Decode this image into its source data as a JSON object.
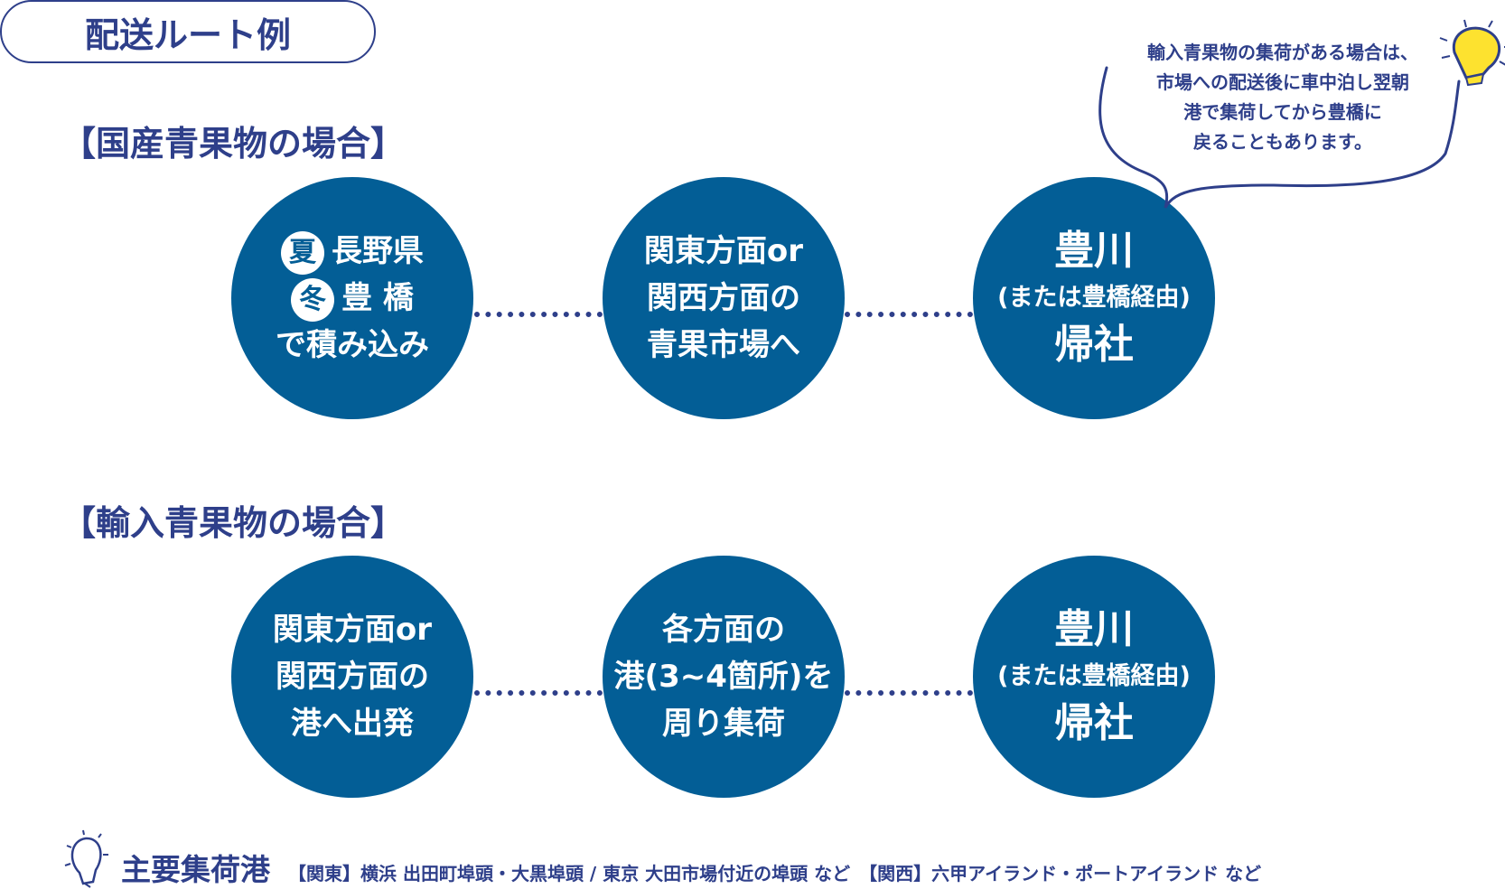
{
  "title": "配送ルート例",
  "domestic": {
    "heading": "【国産青果物の場合】",
    "step1": {
      "summer_badge": "夏",
      "summer_place": "長野県",
      "winter_badge": "冬",
      "winter_place": "豊 橋",
      "action": "で積み込み"
    },
    "step2": {
      "line1": "関東方面or",
      "line2": "関西方面の",
      "line3": "青果市場へ"
    },
    "step3": {
      "line1": "豊川",
      "line2": "(または豊橋経由)",
      "line3": "帰社"
    }
  },
  "note": {
    "lines": [
      "輸入青果物の集荷がある場合は、",
      "市場への配送後に車中泊し翌朝",
      "港で集荷してから豊橋に",
      "戻ることもあります。"
    ]
  },
  "imported": {
    "heading": "【輸入青果物の場合】",
    "step1": {
      "line1": "関東方面or",
      "line2": "関西方面の",
      "line3": "港へ出発"
    },
    "step2": {
      "line1": "各方面の",
      "line2": "港(3~4箇所)を",
      "line3": "周り集荷"
    },
    "step3": {
      "line1": "豊川",
      "line2": "(または豊橋経由)",
      "line3": "帰社"
    }
  },
  "footer": {
    "label": "主要集荷港",
    "ports": "【関東】横浜 出田町埠頭・大黒埠頭 / 東京 大田市場付近の埠頭 など　【関西】六甲アイランド・ポートアイランド など"
  },
  "colors": {
    "navy": "#2e3f8a",
    "circle": "#035e96",
    "bulb": "#fde22f"
  }
}
